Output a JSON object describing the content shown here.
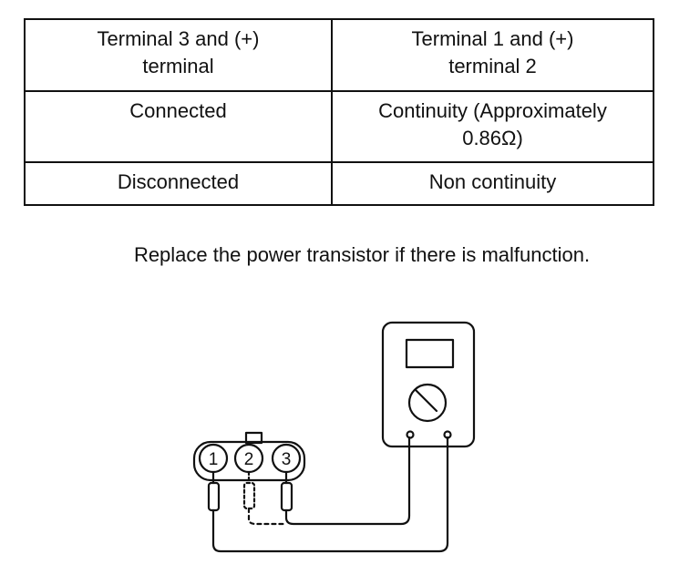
{
  "table": {
    "header": [
      "Terminal 3 and (+)\nterminal",
      "Terminal 1 and (+)\nterminal 2"
    ],
    "rows": [
      [
        "Connected",
        "Continuity (Approximately\n0.86Ω)"
      ],
      [
        "Disconnected",
        "Non continuity"
      ]
    ]
  },
  "instruction": "Replace the power transistor if there is malfunction.",
  "diagram": {
    "terminal_labels": [
      "1",
      "2",
      "3"
    ]
  }
}
